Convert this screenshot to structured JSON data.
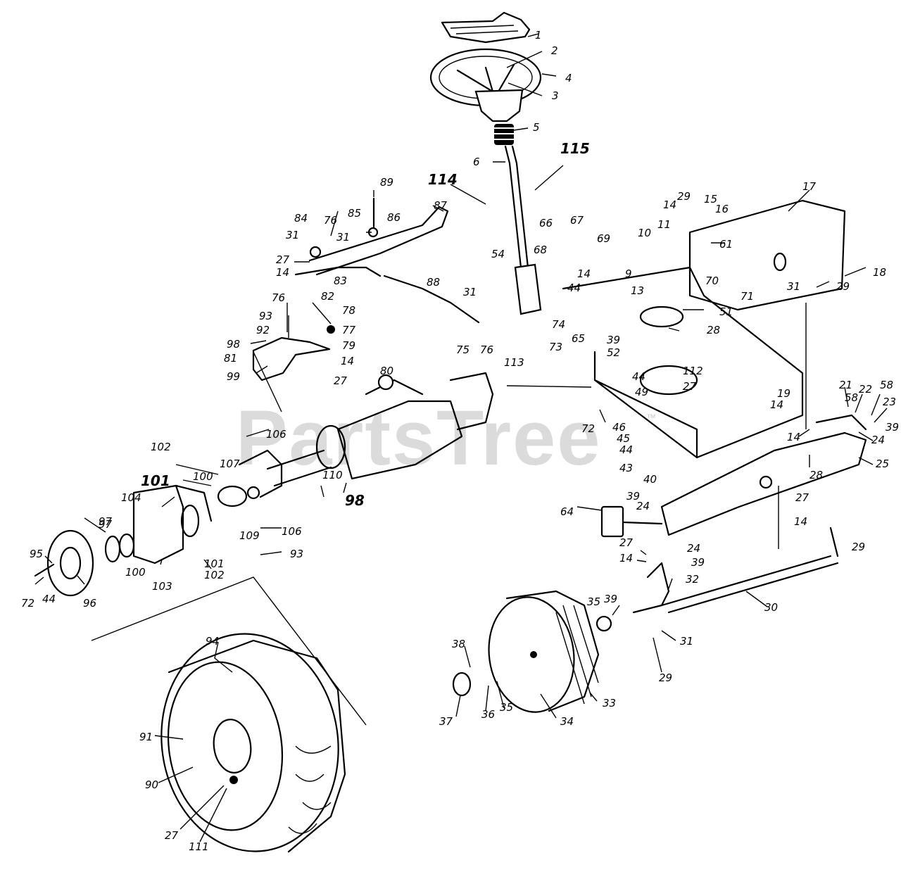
{
  "watermark": {
    "text": "PartsTree",
    "trademark": "™"
  },
  "labels": [
    "1",
    "2",
    "4",
    "3",
    "5",
    "6",
    "115",
    "114",
    "89",
    "87",
    "85",
    "86",
    "84",
    "76",
    "31",
    "31",
    "27",
    "14",
    "83",
    "88",
    "31",
    "67",
    "66",
    "69",
    "68",
    "54",
    "44",
    "14",
    "74",
    "73",
    "65",
    "75",
    "76",
    "113",
    "29",
    "15",
    "16",
    "14",
    "11",
    "10",
    "61",
    "17",
    "9",
    "13",
    "70",
    "71",
    "31",
    "29",
    "18",
    "51",
    "28",
    "76",
    "82",
    "78",
    "93",
    "92",
    "77",
    "79",
    "98",
    "81",
    "14",
    "99",
    "27",
    "39",
    "52",
    "44",
    "112",
    "27",
    "49",
    "80",
    "19",
    "14",
    "72",
    "106",
    "102",
    "107",
    "101",
    "100",
    "104",
    "97",
    "110",
    "98",
    "46",
    "45",
    "44",
    "43",
    "21",
    "58",
    "22",
    "58",
    "23",
    "39",
    "24",
    "14",
    "28",
    "25",
    "40",
    "39",
    "24",
    "64",
    "27",
    "14",
    "29",
    "97",
    "95",
    "100",
    "72",
    "44",
    "96",
    "103",
    "101",
    "102",
    "109",
    "106",
    "93",
    "27",
    "14",
    "24",
    "39",
    "32",
    "30",
    "35",
    "39",
    "31",
    "29",
    "38",
    "37",
    "36",
    "35",
    "33",
    "34",
    "94",
    "91",
    "90",
    "27",
    "111"
  ]
}
